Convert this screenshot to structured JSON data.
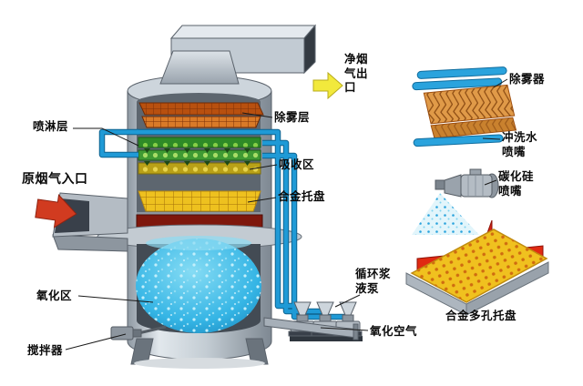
{
  "meta": {
    "background": "#ffffff"
  },
  "labels": {
    "spray_layer": "喷淋层",
    "raw_gas_inlet": "原烟气入口",
    "oxidation_zone": "氧化区",
    "agitator": "搅拌器",
    "clean_gas_outlet": "净烟\n气出\n口",
    "demister_layer": "除雾层",
    "absorption_zone": "吸收区",
    "alloy_tray": "合金托盘",
    "circulation_pump": "循环浆\n液泵",
    "oxidation_air": "氧化空气"
  },
  "details": {
    "demister": "除雾器",
    "flush_nozzle": "冲洗水\n喷嘴",
    "sic_nozzle": "碳化硅\n喷嘴",
    "porous_tray": "合金多孔托盘"
  },
  "colors": {
    "inlet_arrow": "#d13b20",
    "outlet_arrow": "#f2e93c",
    "pipe_blue": "#1f9ad6",
    "demister_orange": "#d98236",
    "spray_green": "#3f9a33",
    "tray_yellow": "#eec11f",
    "slurry_cyan": "#35b5e5",
    "x_wall_red": "#d42312"
  }
}
